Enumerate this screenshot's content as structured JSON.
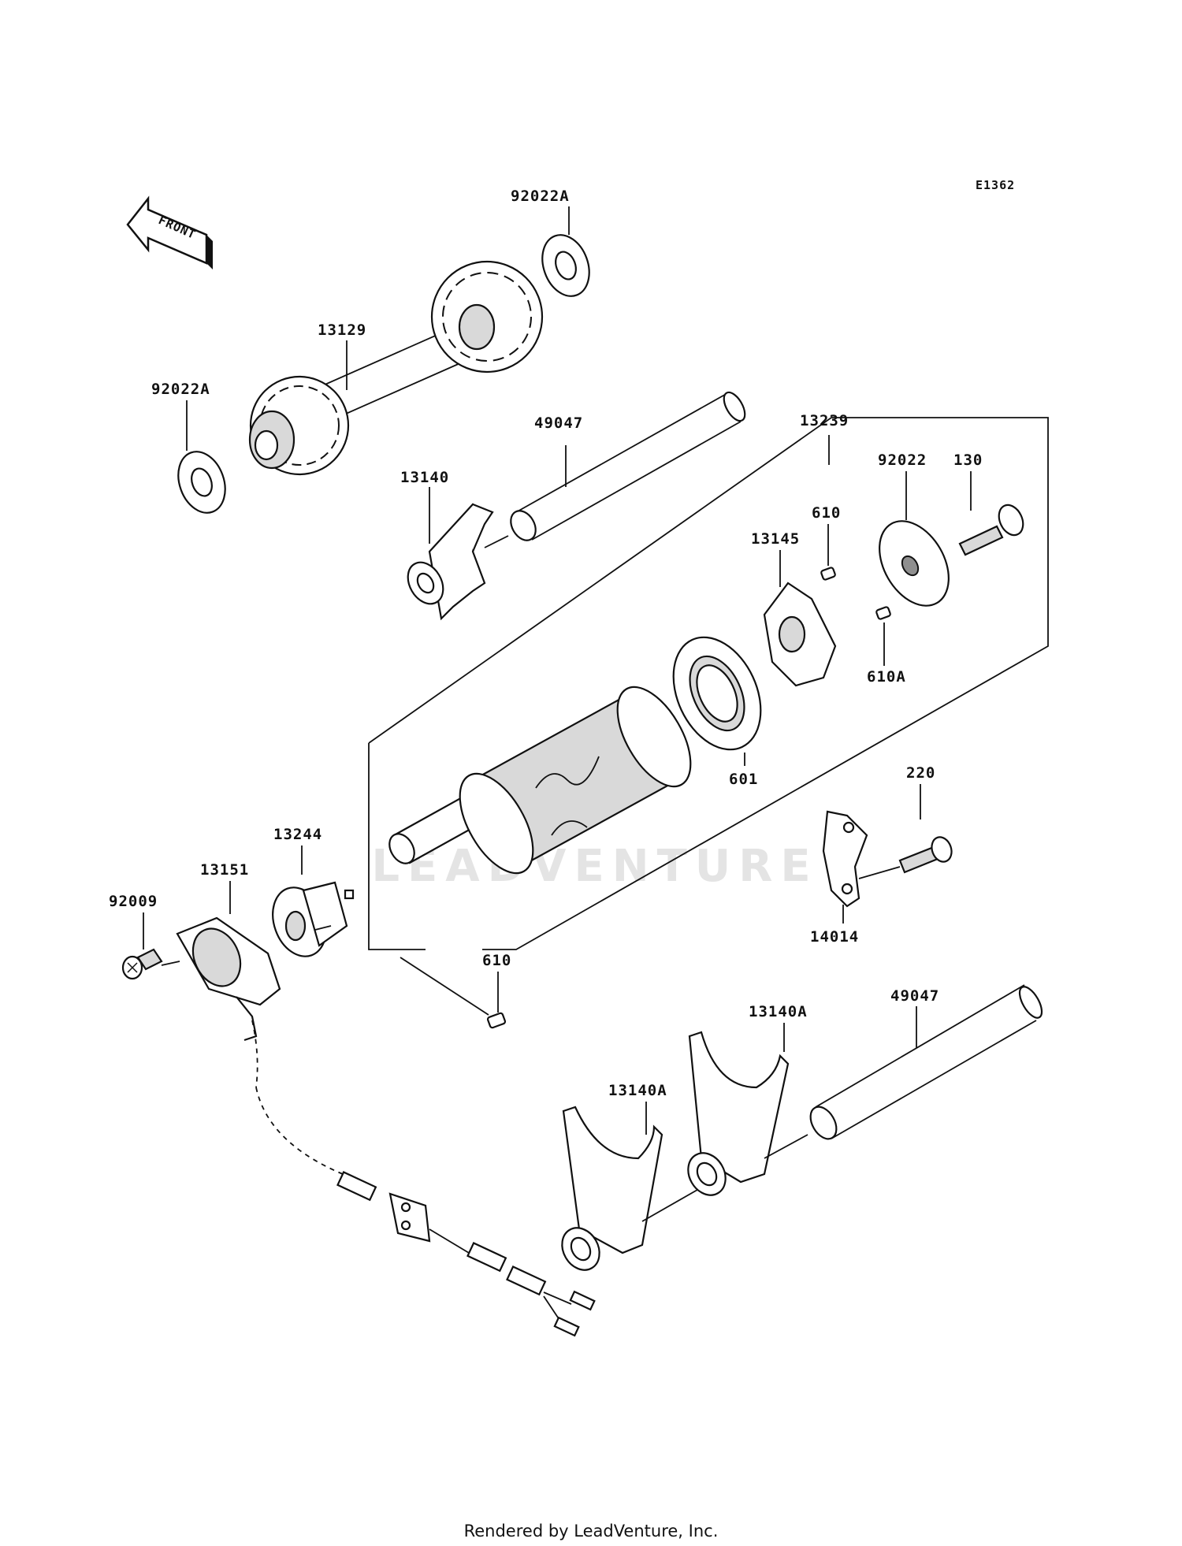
{
  "diagram": {
    "code": "E1362",
    "front_label": "FRONT",
    "watermark": "LEADVENTURE",
    "footer": "Rendered by LeadVenture, Inc.",
    "labels": {
      "washer_top": "92022A",
      "shaft_gear": "13129",
      "washer_left": "92022A",
      "shaft_rod_upper": "49047",
      "assembly": "13239",
      "fork_upper": "13140",
      "pin_610_top": "610",
      "cam_13145": "13145",
      "washer_92022": "92022",
      "bolt_130": "130",
      "pin_610a": "610A",
      "bearing_601": "601",
      "bolt_220": "220",
      "plate_14014": "14014",
      "holder_13244": "13244",
      "switch_13151": "13151",
      "screw_92009": "92009",
      "pin_610_bottom": "610",
      "fork_13140a_right": "13140A",
      "fork_13140a_left": "13140A",
      "shaft_rod_lower": "49047"
    }
  }
}
